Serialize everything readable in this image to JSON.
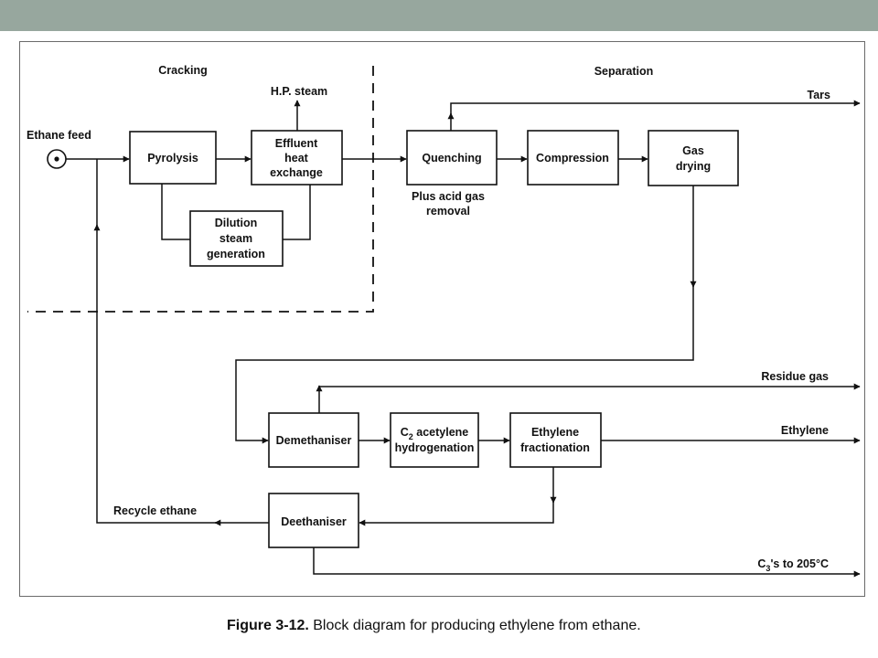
{
  "colors": {
    "top_bar": "#97a79e",
    "ink": "#111111",
    "background": "#ffffff"
  },
  "sections": {
    "cracking": "Cracking",
    "separation": "Separation"
  },
  "nodes": {
    "ethane_feed": "Ethane feed",
    "pyrolysis": "Pyrolysis",
    "effluent": [
      "Effluent",
      "heat",
      "exchange"
    ],
    "hp_steam": "H.P. steam",
    "dilution": [
      "Dilution",
      "steam",
      "generation"
    ],
    "quenching": "Quenching",
    "quench_note": [
      "Plus acid gas",
      "removal"
    ],
    "compression": "Compression",
    "gas_drying": [
      "Gas",
      "drying"
    ],
    "demethaniser": "Demethaniser",
    "c2_line1_pre": "C",
    "c2_line1_sub": "2",
    "c2_line1_post": " acetylene",
    "c2_line2": "hydrogenation",
    "ethylene_frac": [
      "Ethylene",
      "fractionation"
    ],
    "deethaniser": "Deethaniser"
  },
  "outputs": {
    "tars": "Tars",
    "residue_gas": "Residue gas",
    "ethylene": "Ethylene",
    "recycle_ethane": "Recycle ethane",
    "c3_pre": "C",
    "c3_sub": "3",
    "c3_post": "'s to 205°C"
  },
  "caption": {
    "label": "Figure 3-12.",
    "text": " Block diagram for producing ethylene from ethane."
  }
}
